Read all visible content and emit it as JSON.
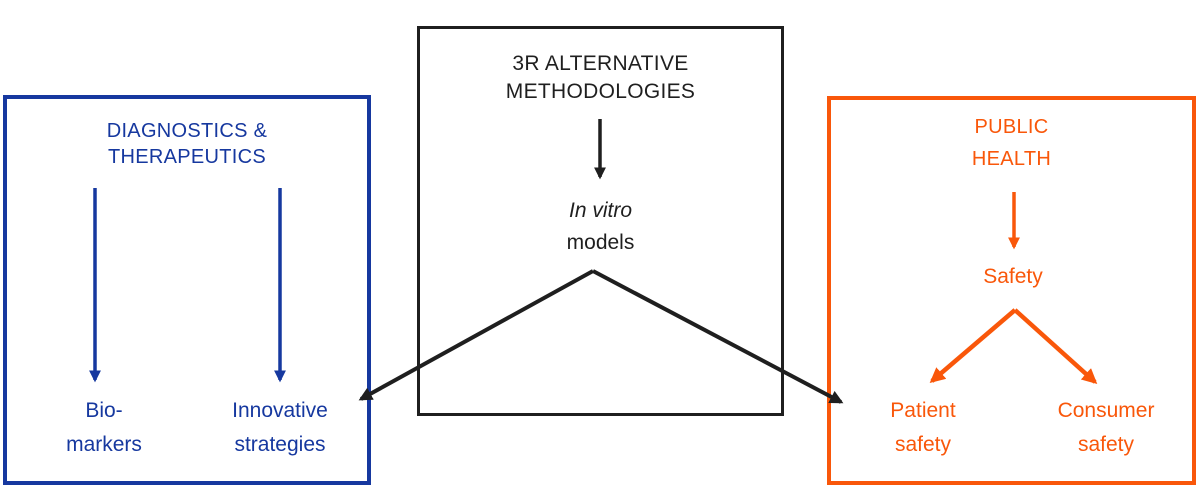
{
  "colors": {
    "blue": "#16389f",
    "orange": "#f9570a",
    "ink": "#1f1f1f"
  },
  "center_box": {
    "title_line1": "3R ALTERNATIVE",
    "title_line2": "METHODOLOGIES",
    "model_line1": "In vitro",
    "model_line2": "models"
  },
  "left_box": {
    "title_line1": "DIAGNOSTICS &",
    "title_line2": "THERAPEUTICS",
    "leaf1_line1": "Bio-",
    "leaf1_line2": "markers",
    "leaf2_line1": "Innovative",
    "leaf2_line2": "strategies"
  },
  "right_box": {
    "title_line1": "PUBLIC",
    "title_line2": "HEALTH",
    "node_label": "Safety",
    "leaf1_line1": "Patient",
    "leaf1_line2": "safety",
    "leaf2_line1": "Consumer",
    "leaf2_line2": "safety"
  },
  "connectors": [
    {
      "id": "methodologies-to-invitro",
      "color": "ink",
      "from": "3R Alternative Methodologies",
      "to": "In vitro models"
    },
    {
      "id": "invitro-to-innovative-strategies",
      "color": "ink",
      "from": "In vitro models",
      "to": "Innovative strategies"
    },
    {
      "id": "invitro-to-patient-safety",
      "color": "ink",
      "from": "In vitro models",
      "to": "Patient safety"
    },
    {
      "id": "diagnostics-to-biomarkers",
      "color": "blue",
      "from": "Diagnostics & Therapeutics",
      "to": "Bio-markers"
    },
    {
      "id": "diagnostics-to-innovative",
      "color": "blue",
      "from": "Diagnostics & Therapeutics",
      "to": "Innovative strategies"
    },
    {
      "id": "publichealth-to-safety",
      "color": "orange",
      "from": "Public Health",
      "to": "Safety"
    },
    {
      "id": "safety-to-patient",
      "color": "orange",
      "from": "Safety",
      "to": "Patient safety"
    },
    {
      "id": "safety-to-consumer",
      "color": "orange",
      "from": "Safety",
      "to": "Consumer safety"
    }
  ]
}
